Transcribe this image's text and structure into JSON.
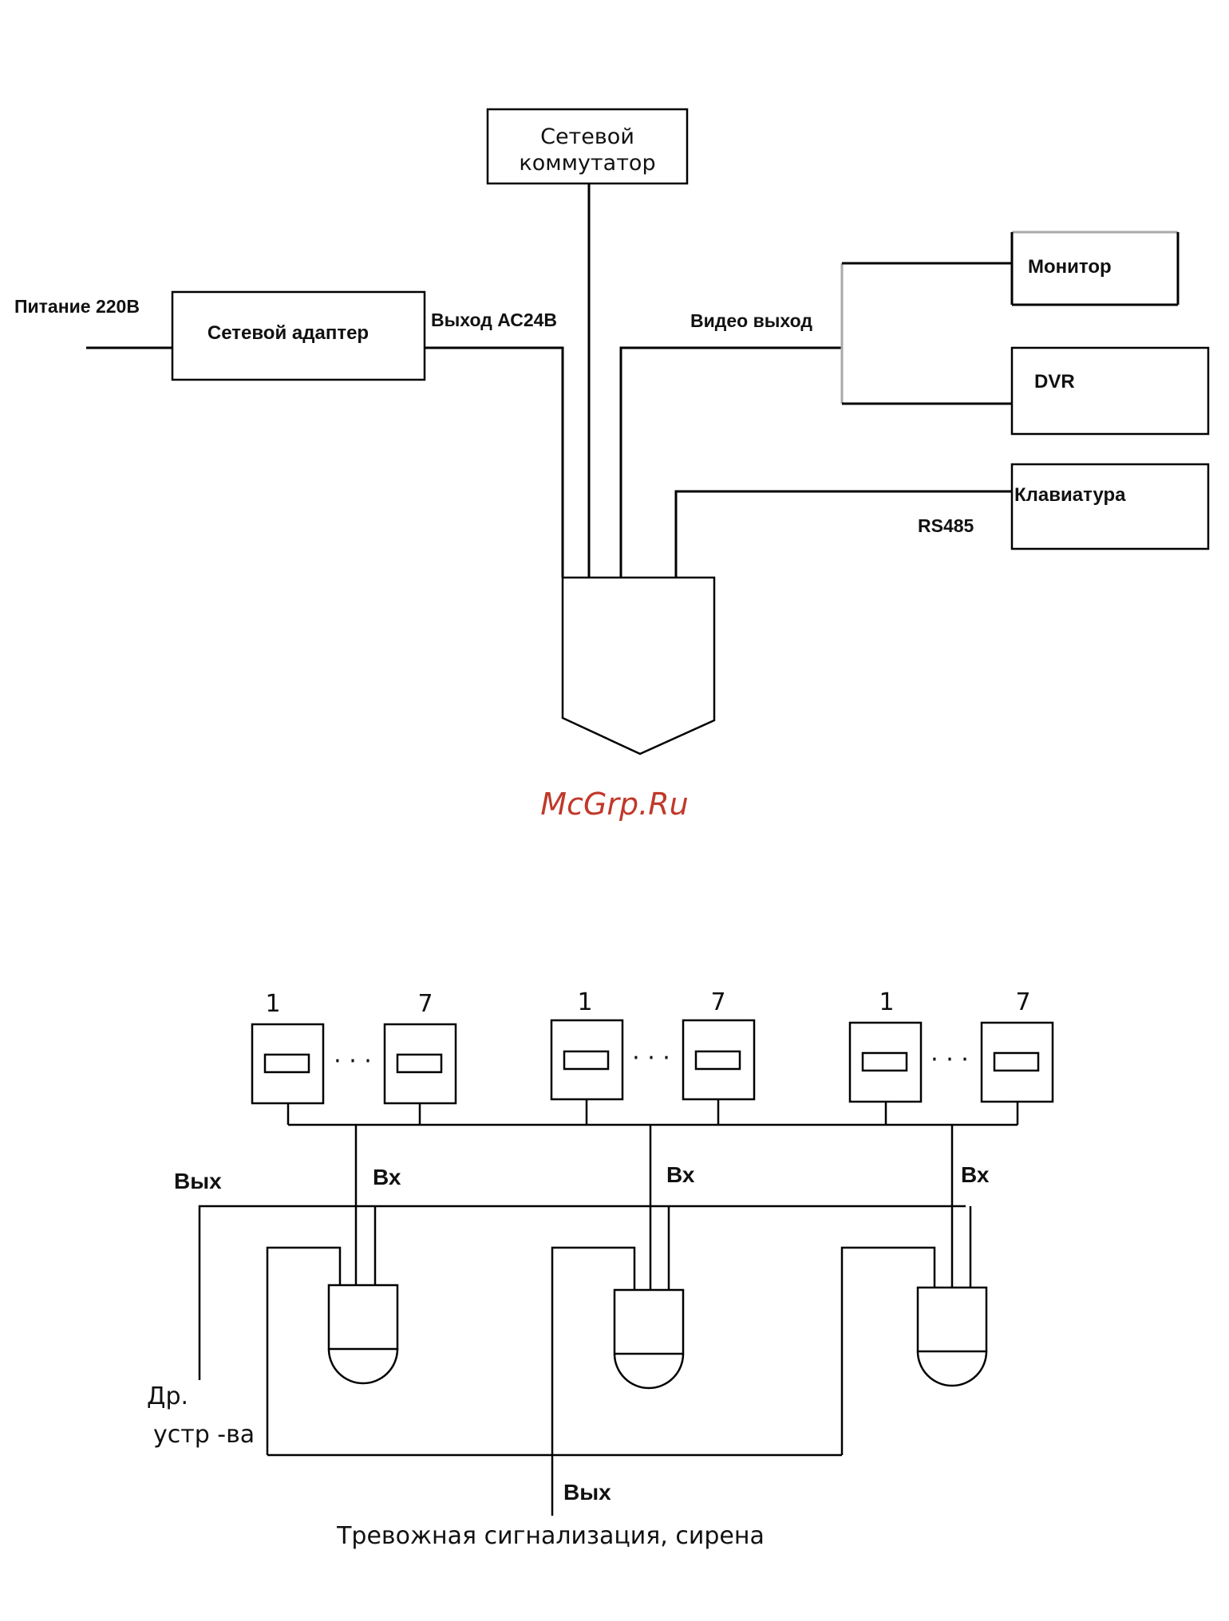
{
  "diagram1": {
    "switch_line1": "Сетевой",
    "switch_line2": "коммутатор",
    "power_label": "Питание 220В",
    "adapter_label": "Сетевой адаптер",
    "ac_out_label": "Выход АС24В",
    "video_out_label": "Видео выход",
    "monitor_label": "Монитор",
    "dvr_label": "DVR",
    "keyboard_label": "Клавиатура",
    "rs485_label": "RS485"
  },
  "watermark": {
    "text": "McGrp.Ru",
    "color": "#c0392b"
  },
  "diagram2": {
    "group_labels": [
      {
        "first": "1",
        "last": "7"
      },
      {
        "first": "1",
        "last": "7"
      },
      {
        "first": "1",
        "last": "7"
      }
    ],
    "dots": "· · ·",
    "out_label_top": "Вых",
    "in_label": "Вх",
    "other_devices_line1": "Др.",
    "other_devices_line2": "устр -ва",
    "out_label_bottom": "Вых",
    "alarm_caption": "Тревожная сигнализация, сирена"
  }
}
